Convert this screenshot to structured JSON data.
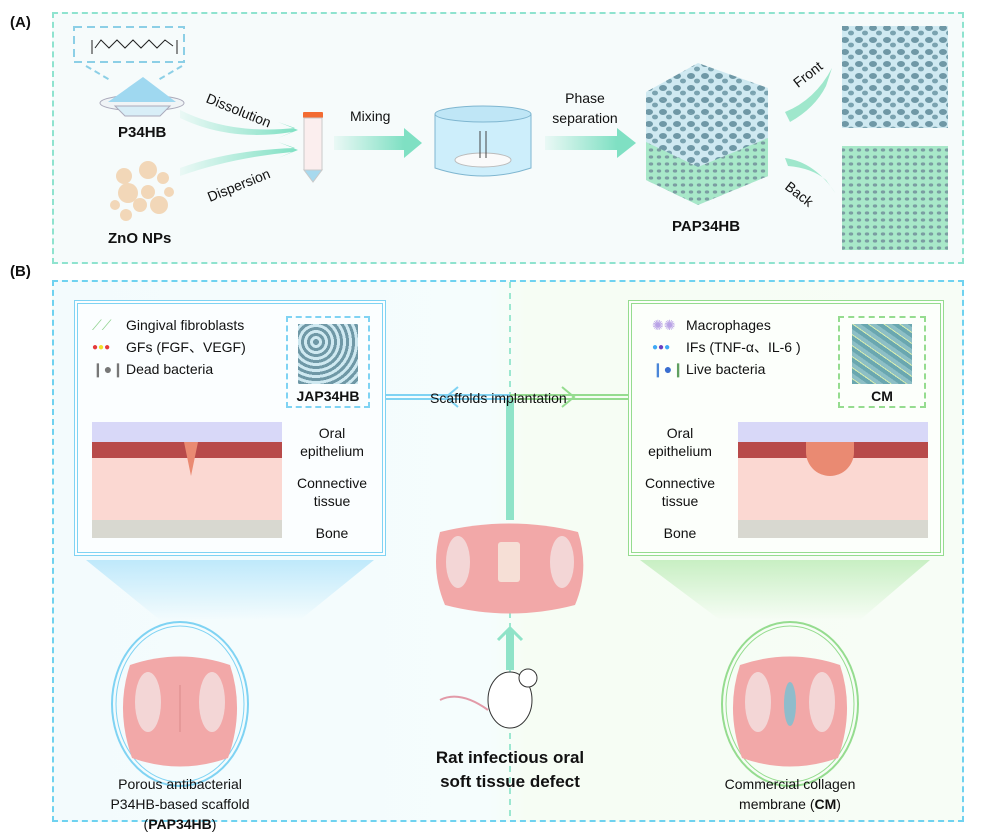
{
  "panelA": {
    "label": "(A)",
    "materials": [
      {
        "name": "P34HB",
        "icon": "polymer-powder-icon"
      },
      {
        "name": "ZnO NPs",
        "icon": "nanoparticles-icon"
      }
    ],
    "steps": {
      "dissolution": "Dissolution",
      "dispersion": "Dispersion",
      "mixing": "Mixing",
      "phase_line1": "Phase",
      "phase_line2": "separation"
    },
    "product": "PAP34HB",
    "faces": {
      "front": "Front",
      "back": "Back"
    },
    "colors": {
      "border": "#8fe3cf",
      "arrow": "#7fe0c3"
    }
  },
  "panelB": {
    "label": "(B)",
    "left_box": {
      "legend": [
        {
          "text": "Gingival  fibroblasts",
          "icon": "fibroblast-icon"
        },
        {
          "text": "GFs (FGF、VEGF)",
          "icon": "growth-factor-dots-icon"
        },
        {
          "text": "Dead bacteria",
          "icon": "dead-bacteria-icon"
        }
      ],
      "material_label": "JAP34HB",
      "tissue_labels": {
        "oral_line1": "Oral",
        "oral_line2": "epithelium",
        "conn_line1": "Connective",
        "conn_line2": "tissue",
        "bone": "Bone"
      }
    },
    "right_box": {
      "legend": [
        {
          "text": "Macrophages",
          "icon": "macrophage-icon"
        },
        {
          "text": "IFs (TNF-α、IL-6 )",
          "icon": "inflammatory-factor-dots-icon"
        },
        {
          "text": "Live bacteria",
          "icon": "live-bacteria-icon"
        }
      ],
      "material_label": "CM",
      "tissue_labels": {
        "oral_line1": "Oral",
        "oral_line2": "epithelium",
        "conn_line1": "Connective",
        "conn_line2": "tissue",
        "bone": "Bone"
      }
    },
    "center": {
      "implantation": "Scaffolds implantation",
      "model_line1": "Rat infectious oral",
      "model_line2": "soft tissue defect"
    },
    "captions": {
      "left_line1": "Porous antibacterial",
      "left_line2_pre": "P34HB-based  scaffold (",
      "left_line2_bold": "PAP34HB",
      "left_line2_post": ")",
      "right_line1": "Commercial collagen",
      "right_line2_pre": "membrane  (",
      "right_line2_bold": "CM",
      "right_line2_post": ")"
    },
    "colors": {
      "left": "#7fd3f3",
      "right": "#95dc8f",
      "center": "#7fe0c3"
    }
  }
}
